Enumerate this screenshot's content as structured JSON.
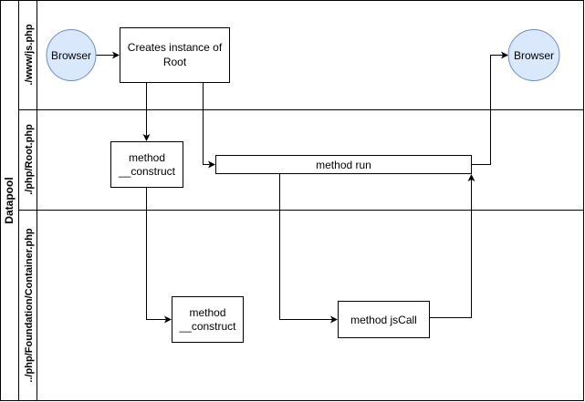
{
  "pool": {
    "label": "Datapool"
  },
  "lanes": [
    {
      "label": "./www/js.php"
    },
    {
      "label": "./php/Root.php"
    },
    {
      "label": "../php/Foundation/Container.php"
    }
  ],
  "nodes": {
    "browser_start": {
      "label": "Browser"
    },
    "create_instance": {
      "line1": "Creates instance of",
      "line2": "Root"
    },
    "browser_end": {
      "label": "Browser"
    },
    "root_construct": {
      "line1": "method",
      "line2": "__construct"
    },
    "method_run": {
      "label": "method run"
    },
    "container_construct": {
      "line1": "method",
      "line2": "__construct"
    },
    "method_jscall": {
      "label": "method jsCall"
    }
  },
  "colors": {
    "ellipse_fill": "#dae8fc",
    "ellipse_stroke": "#6c8ebf",
    "stroke": "#000000",
    "background": "#ffffff"
  }
}
